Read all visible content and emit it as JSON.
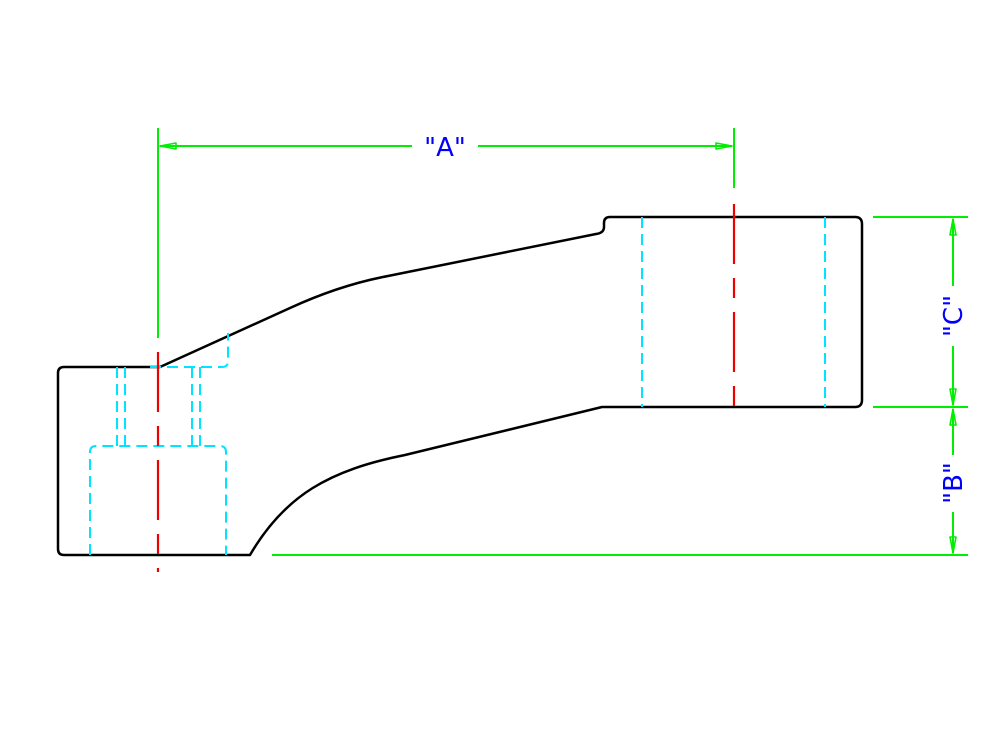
{
  "labels": {
    "a": "\"A\"",
    "b": "\"B\"",
    "c": "\"C\""
  },
  "colors": {
    "outline": "#000000",
    "dimension": "#00ee00",
    "hidden": "#00e5ff",
    "centerline": "#ee0000",
    "label": "#0000ff",
    "background": "#ffffff"
  }
}
